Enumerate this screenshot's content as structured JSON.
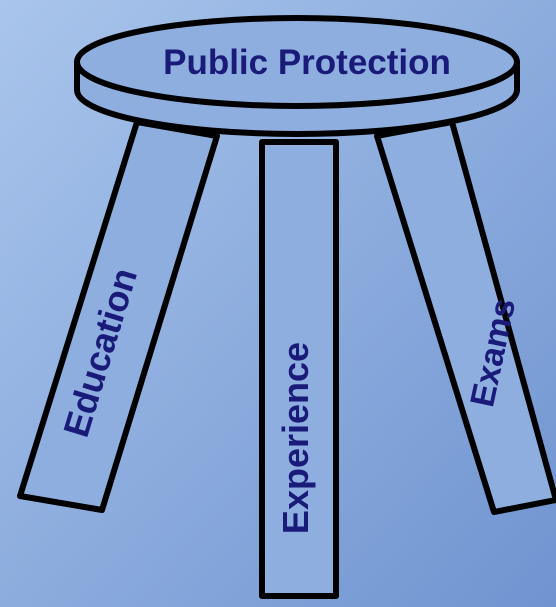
{
  "diagram": {
    "seat_label": "Public Protection",
    "legs": {
      "left": "Education",
      "center": "Experience",
      "right": "Exams"
    }
  },
  "colors": {
    "background_light": "#a9c5ec",
    "background_dark": "#7094d0",
    "stool_fill": "#8eaee0",
    "outline": "#000000",
    "text": "#1a1a78"
  }
}
